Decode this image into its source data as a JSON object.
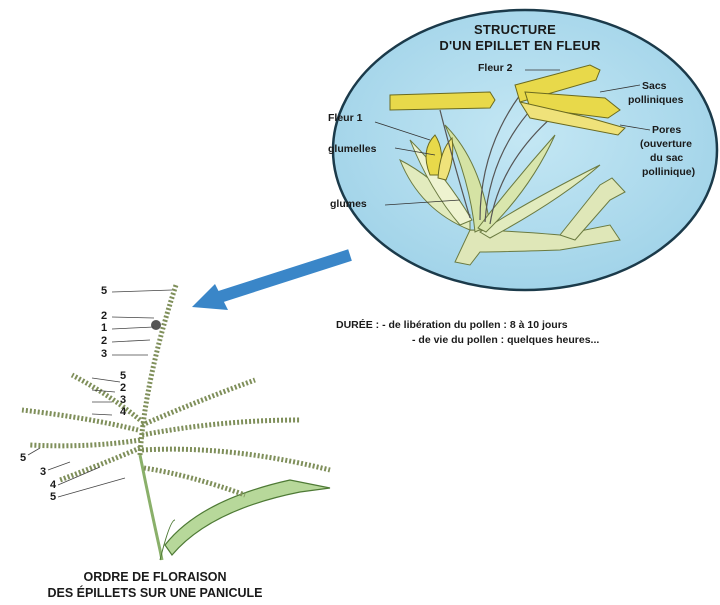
{
  "diagram": {
    "title_line1": "STRUCTURE",
    "title_line2": "D'UN EPILLET EN FLEUR",
    "labels": {
      "fleur2": "Fleur 2",
      "sacs1": "Sacs",
      "sacs2": "polliniques",
      "fleur1": "Fleur 1",
      "glumelles": "glumelles",
      "pores1": "Pores",
      "pores2": "(ouverture",
      "pores3": "du sac",
      "pores4": "pollinique)",
      "glumes": "glumes"
    },
    "duree_line1": "DURÉE : - de libération du pollen : 8 à 10 jours",
    "duree_line2": "- de vie du pollen : quelques heures...",
    "numbers": {
      "n1": "5",
      "n2": "2",
      "n3": "1",
      "n4": "2",
      "n5": "3",
      "n6": "5",
      "n7": "2",
      "n8": "3",
      "n9": "4",
      "n10": "5",
      "n11": "3",
      "n12": "4",
      "n13": "5"
    },
    "caption_line1": "ORDRE DE FLORAISON",
    "caption_line2": "DES ÉPILLETS SUR UNE PANICULE",
    "colors": {
      "bubble": "#a9d9ec",
      "bubble_border": "#1b3a4a",
      "arrow": "#3a86c8",
      "anther": "#e8d94a",
      "glume": "#dfe7b8",
      "stem": "#9fc07a"
    }
  }
}
